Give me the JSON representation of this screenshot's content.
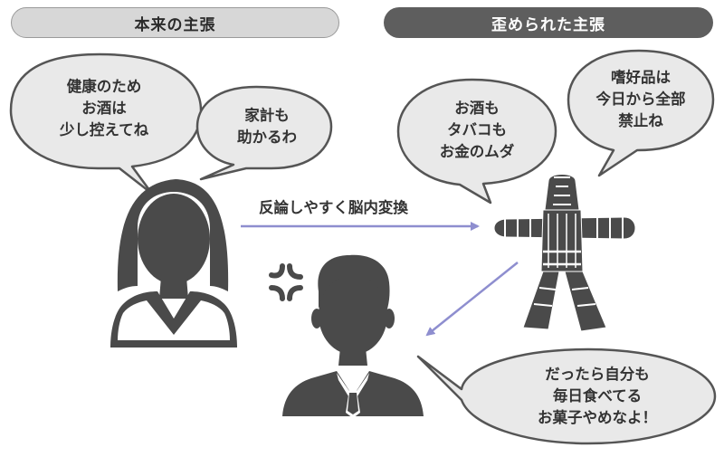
{
  "headers": {
    "original": "本来の主張",
    "distorted": "歪められた主張"
  },
  "bubbles": {
    "health": [
      "健康のため",
      "お酒は",
      "少し控えてね"
    ],
    "budget": [
      "家計も",
      "助かるわ"
    ],
    "waste": [
      "お酒も",
      "タバコも",
      "お金のムダ"
    ],
    "ban": [
      "嗜好品は",
      "今日から全部",
      "禁止ね"
    ],
    "retort": [
      "だったら自分も",
      "毎日食べてる",
      "お菓子やめなよ！"
    ]
  },
  "arrow_label": "反論しやすく脳内変換",
  "colors": {
    "bubble_fill": "#e9e9e9",
    "bubble_stroke": "#555555",
    "figure": "#4a4a4a",
    "arrow": "#8e8ecf"
  }
}
